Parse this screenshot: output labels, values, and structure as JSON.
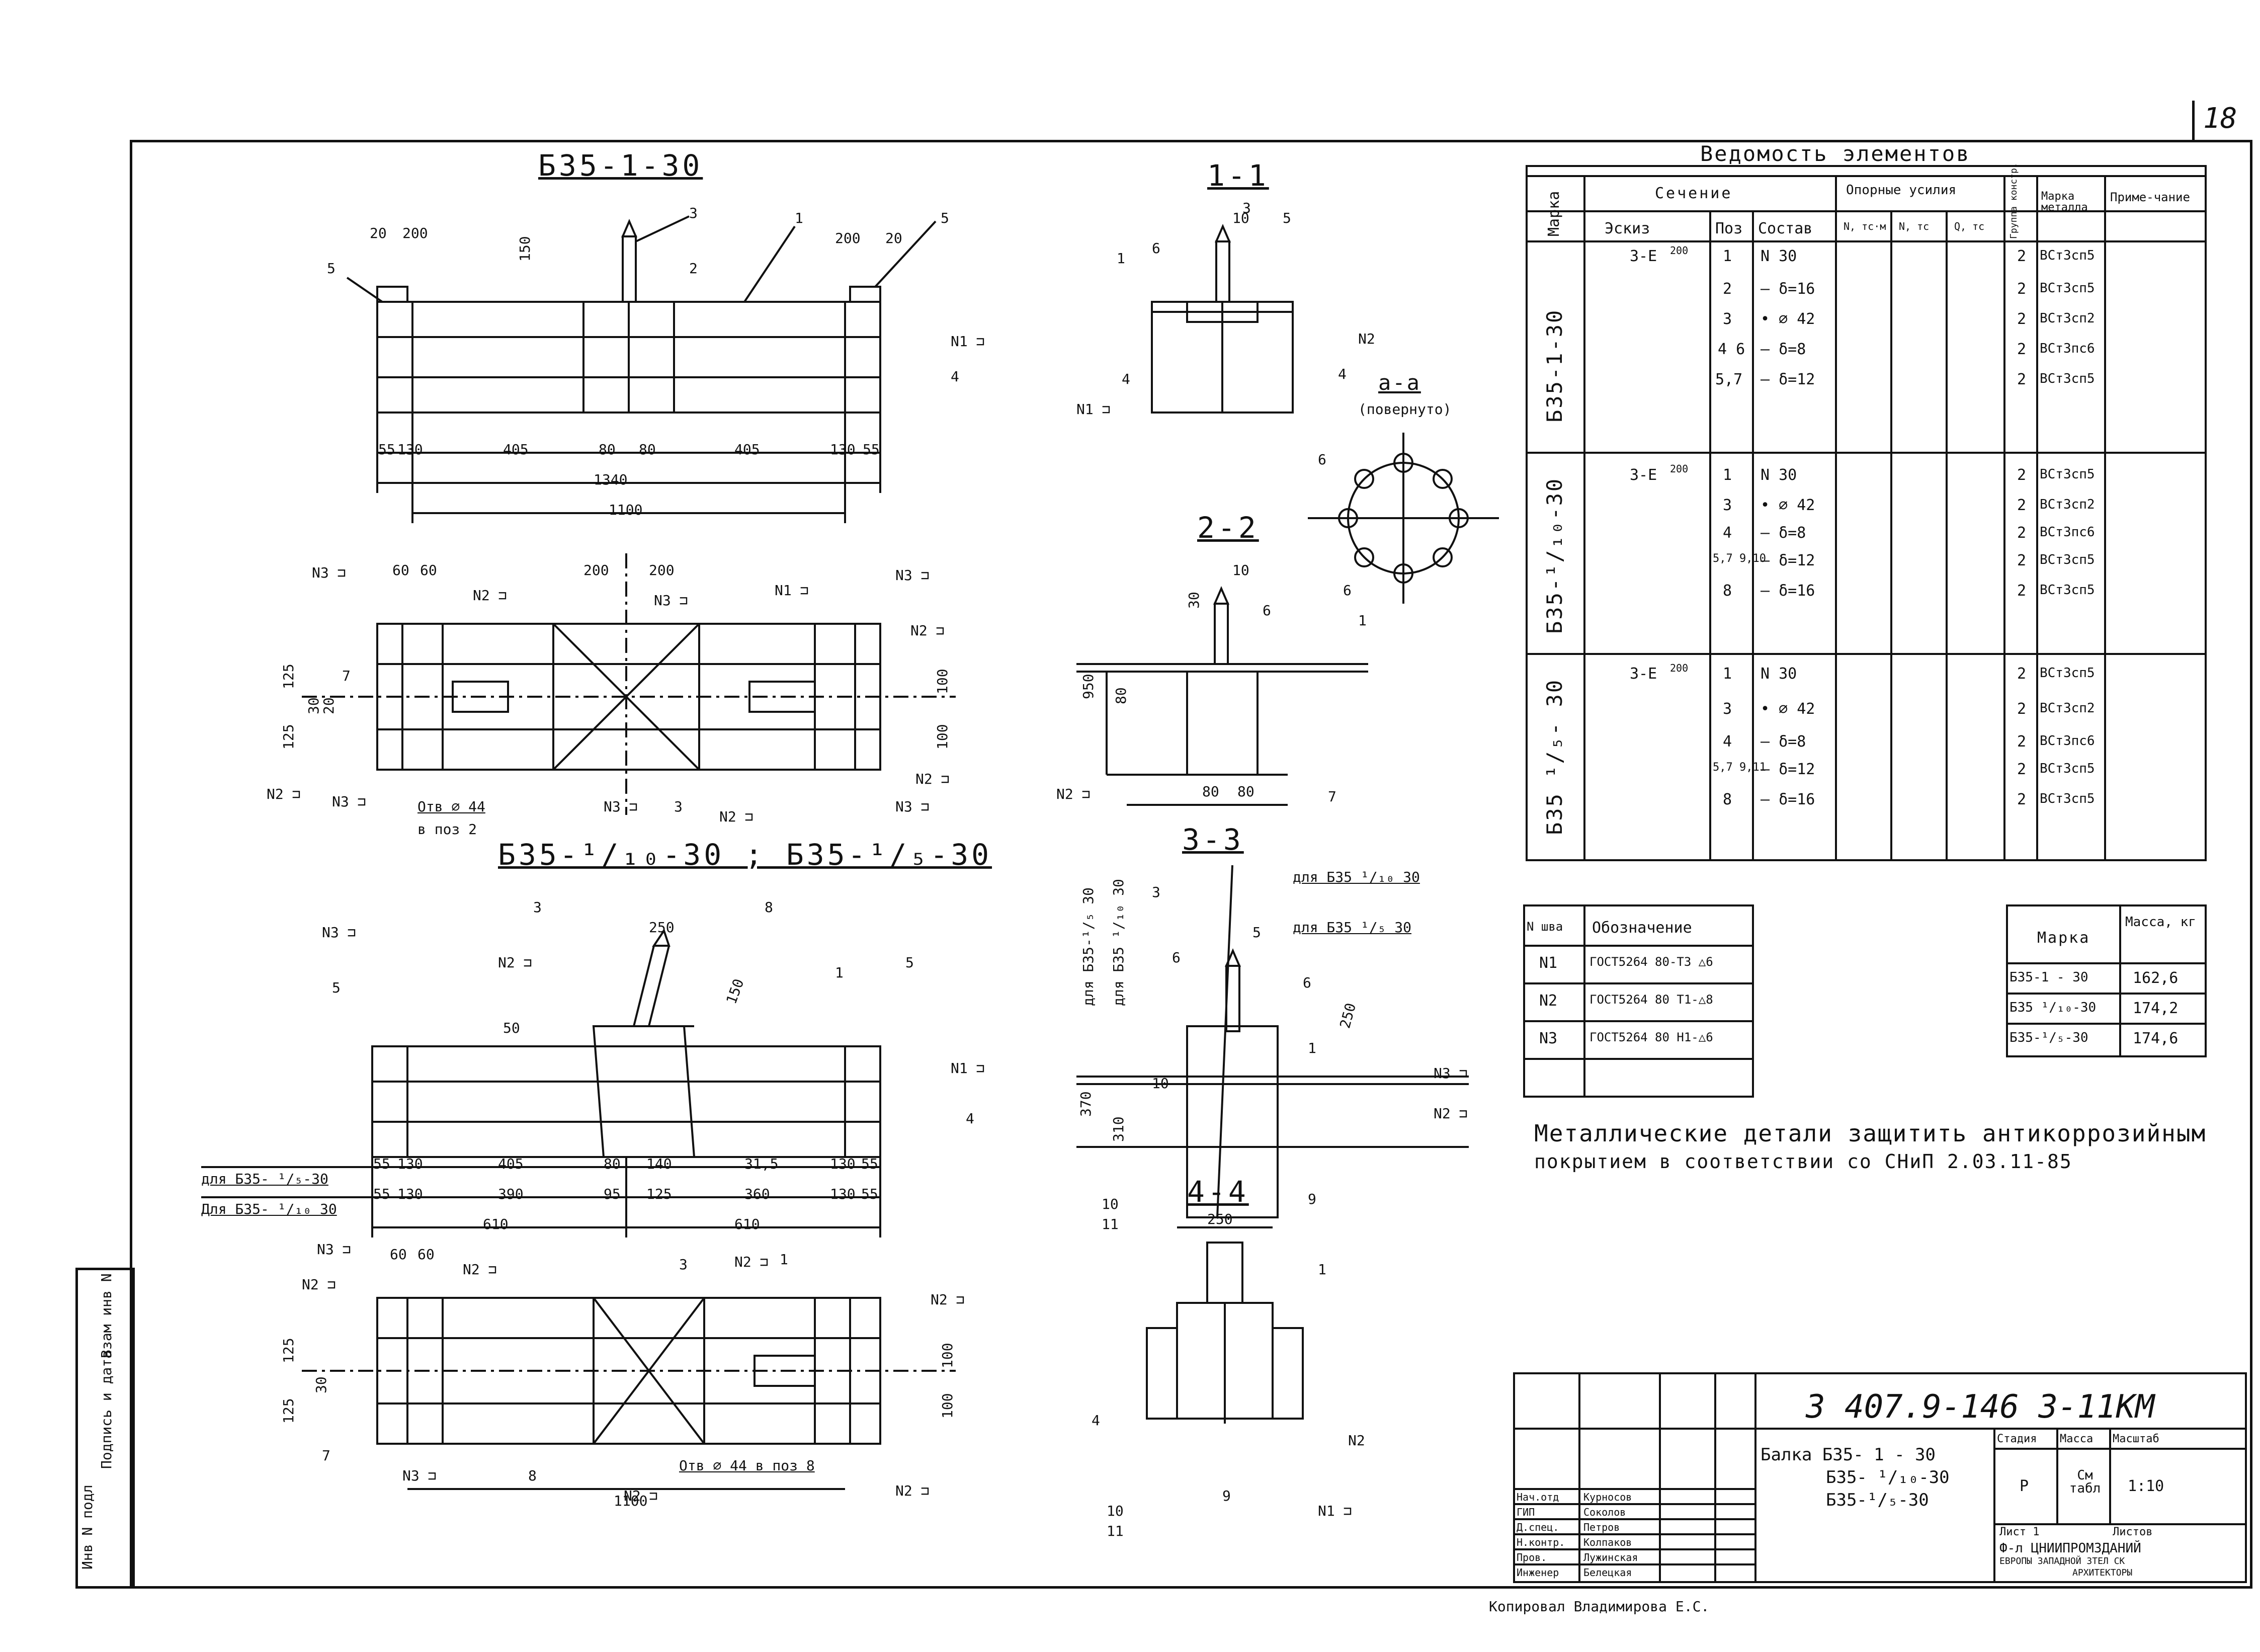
{
  "sheet_number": "18",
  "views": {
    "main_title_1": "Б35-1-30",
    "main_title_2": "Б35-¹/₁₀-30 ; Б35-¹/₅-30",
    "sec_1_1": "1-1",
    "sec_2_2": "2-2",
    "sec_3_3": "3-3",
    "sec_4_4": "4-4",
    "detail_a": "а-а",
    "detail_a_sub": "(повернуто)",
    "note_3_3_a": "для Б35 ¹/₁₀ 30",
    "note_3_3_b": "для Б35 ¹/₅ 30",
    "vert_label_a": "для Б35-¹/₅ 30",
    "vert_label_b": "для Б35 ¹/₁₀ 30",
    "holes_note_1": "Отв ∅ 44",
    "holes_note_1b": "в поз 2",
    "holes_note_2": "Отв ∅ 44 в поз 8",
    "row_label_1": "для Б35- ¹/₅-30",
    "row_label_2": "Для Б35- ¹/₁₀ 30"
  },
  "dims": {
    "top_20a": "20",
    "top_200a": "200",
    "top_200b": "200",
    "top_20b": "20",
    "top_150": "150",
    "row1": [
      "55",
      "130",
      "405",
      "80",
      "80",
      "405",
      "130",
      "55"
    ],
    "total_1340": "1340",
    "total_1100": "1100",
    "plan_60a": "60",
    "plan_60b": "60",
    "plan_200a": "200",
    "plan_200b": "200",
    "plan_125a": "125",
    "plan_125b": "125",
    "plan_100a": "100",
    "plan_100b": "100",
    "plan_30": "30",
    "plan_20": "20",
    "row_a": [
      "55",
      "130",
      "405",
      "80",
      "140",
      "31,5",
      "130",
      "55"
    ],
    "row_b": [
      "55",
      "130",
      "390",
      "95",
      "125",
      "360",
      "130",
      "55"
    ],
    "total_610a": "610",
    "total_610b": "610",
    "v2_250": "250",
    "v2_50": "50",
    "v2_150": "150",
    "p2_60a": "60",
    "p2_60b": "60",
    "p2_125a": "125",
    "p2_125b": "125",
    "p2_100a": "100",
    "p2_100b": "100",
    "p2_30": "30",
    "p2_1100": "1100",
    "s22_30": "30",
    "s22_80": "80",
    "s22_950": "950",
    "s22_80b": "80",
    "s22_80c": "80",
    "s33_250": "250",
    "s33_310": "310",
    "s33_370": "370",
    "s44_250": "250",
    "s11_10": "10",
    "s22_10": "10",
    "s33_3": "3",
    "s33_6": "6",
    "s33_5": "5",
    "s33_1": "1",
    "s33_10": "10",
    "s33_9": "9",
    "s33_11": "11",
    "s33_10b": "10"
  },
  "marks": {
    "n1": "N1 ⊐",
    "n2": "N2 ⊐",
    "n3": "N3 ⊐",
    "n2c": "N2",
    "p1": "1",
    "p2": "2",
    "p3": "3",
    "p4": "4",
    "p5": "5",
    "p6": "6",
    "p7": "7",
    "p8": "8",
    "p9": "9",
    "p10": "10",
    "p11": "11",
    "weld_n2_circle": "N2",
    "weld_n1": "N1 ⊐"
  },
  "elements_table": {
    "title": "Ведомость элементов",
    "headers": {
      "mark": "Марка",
      "section": "Сечение",
      "sketch": "Эскиз",
      "pos": "Поз",
      "composition": "Состав",
      "support_forces": "Опорные усилия",
      "n_unit": "N, тс·м",
      "q_unit": "N, тс",
      "q2_unit": "Q, тс",
      "group": "Группа констр.",
      "steel": "Марка металла",
      "note": "Приме-чание"
    },
    "groups": [
      {
        "mark": "Б35-1-30",
        "sketch": "З-Е",
        "sketch_dim": "200",
        "rows": [
          {
            "pos": "1",
            "comp": "N 30",
            "grp": "2",
            "steel": "ВСт3сп5"
          },
          {
            "pos": "2",
            "comp": "— δ=16",
            "grp": "2",
            "steel": "ВСт3сп5"
          },
          {
            "pos": "3",
            "comp": "• ∅ 42",
            "grp": "2",
            "steel": "ВСт3сп2"
          },
          {
            "pos": "4 6",
            "comp": "— δ=8",
            "grp": "2",
            "steel": "ВСт3пс6"
          },
          {
            "pos": "5,7",
            "comp": "— δ=12",
            "grp": "2",
            "steel": "ВСт3сп5"
          }
        ]
      },
      {
        "mark": "Б35-¹/₁₀-30",
        "sketch": "З-Е",
        "sketch_dim": "200",
        "rows": [
          {
            "pos": "1",
            "comp": "N 30",
            "grp": "2",
            "steel": "ВСт3сп5"
          },
          {
            "pos": "3",
            "comp": "• ∅ 42",
            "grp": "2",
            "steel": "ВСт3сп2"
          },
          {
            "pos": "4",
            "comp": "— δ=8",
            "grp": "2",
            "steel": "ВСт3пс6"
          },
          {
            "pos": "5,7 9,10",
            "comp": "— δ=12",
            "grp": "2",
            "steel": "ВСт3сп5"
          },
          {
            "pos": "8",
            "comp": "— δ=16",
            "grp": "2",
            "steel": "ВСт3сп5"
          }
        ]
      },
      {
        "mark": "Б35 ¹/₅- 30",
        "sketch": "З-Е",
        "sketch_dim": "200",
        "rows": [
          {
            "pos": "1",
            "comp": "N 30",
            "grp": "2",
            "steel": "ВСт3сп5"
          },
          {
            "pos": "3",
            "comp": "• ∅ 42",
            "grp": "2",
            "steel": "ВСт3сп2"
          },
          {
            "pos": "4",
            "comp": "— δ=8",
            "grp": "2",
            "steel": "ВСт3пс6"
          },
          {
            "pos": "5,7 9,11",
            "comp": "— δ=12",
            "grp": "2",
            "steel": "ВСт3сп5"
          },
          {
            "pos": "8",
            "comp": "— δ=16",
            "grp": "2",
            "steel": "ВСт3сп5"
          }
        ]
      }
    ]
  },
  "weld_table": {
    "headers": [
      "N шва",
      "Обозначение"
    ],
    "rows": [
      [
        "N1",
        "ГОСТ5264 80-Т3 △6"
      ],
      [
        "N2",
        "ГОСТ5264 80 Т1-△8"
      ],
      [
        "N3",
        "ГОСТ5264 80 Н1-△6"
      ]
    ]
  },
  "mass_table": {
    "headers": [
      "Марка",
      "Масса, кг"
    ],
    "rows": [
      [
        "Б35-1 - 30",
        "162,6"
      ],
      [
        "Б35 ¹/₁₀-30",
        "174,2"
      ],
      [
        "Б35-¹/₅-30",
        "174,6"
      ]
    ]
  },
  "note_line_1": "Металлические детали защитить антикоррозийным",
  "note_line_2": "покрытием в соответствии со СНиП 2.03.11-85",
  "title_block": {
    "doc_code": "3 407.9-146 3-11КМ",
    "item_name_1": "Балка  Б35- 1 - 30",
    "item_name_2": "Б35- ¹/₁₀-30",
    "item_name_3": "Б35-¹/₅-30",
    "stage_h": "Стадия",
    "mass_h": "Масса",
    "scale_h": "Масштаб",
    "stage": "Р",
    "mass": "См табл",
    "scale": "1:10",
    "sheet_h": "Лист 1",
    "sheets_h": "Листов",
    "org_1": "Ф-л ЦНИИПРОМЗДАНИЙ",
    "org_2": "ЕВРОПЫ ЗАПАДНОЙ 3ТЕЛ СК",
    "org_3": "АРХИТЕКТОРЫ",
    "roles": [
      "Нач.отд",
      "ГИП",
      "Д.спец.",
      "Н.контр.",
      "Пров.",
      "Инженер"
    ],
    "names": [
      "Курносов",
      "Соколов",
      "Петров",
      "Колпаков",
      "Лужинская",
      "Белецкая"
    ]
  },
  "side_stamp": [
    "Инв N подл",
    "Подпись и дата",
    "Взам инв N"
  ],
  "copied_by": "Копировал  Владимирова Е.С."
}
